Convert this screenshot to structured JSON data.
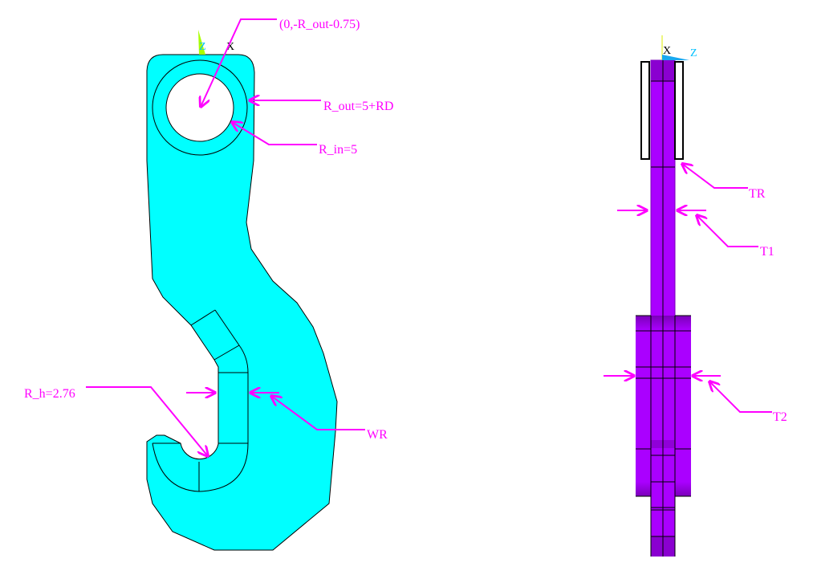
{
  "front_view": {
    "triad": {
      "z": "Z",
      "x": "X"
    },
    "labels": {
      "origin": "(0,-R_out-0.75)",
      "r_out": "R_out=5+RD",
      "r_in": "R_in=5",
      "r_h": "R_h=2.76",
      "wr": "WR"
    }
  },
  "side_view": {
    "triad": {
      "x": "X",
      "z": "Z"
    },
    "labels": {
      "tr": "TR",
      "t1": "T1",
      "t2": "T2"
    }
  },
  "colors": {
    "hook_fill": "#00ffff",
    "plate_fill": "#aa00ff",
    "annotation": "#ff00ff"
  }
}
